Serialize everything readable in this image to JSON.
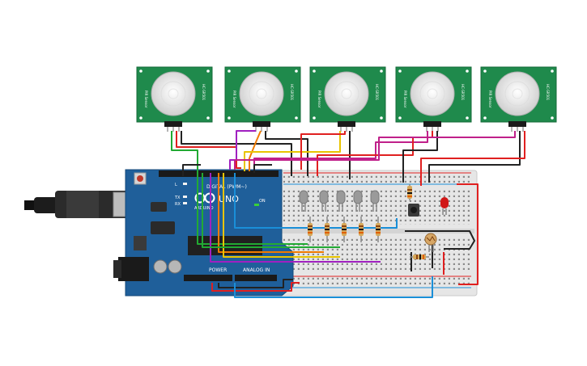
{
  "board": {
    "digital_label": "DIGITAL (PWM~)",
    "brand_label": "UNO",
    "sub_label": "ARDUINO",
    "power_label": "POWER",
    "analog_label": "ANALOG IN",
    "tx_label": "TX",
    "rx_label": "RX",
    "l_label": "L",
    "on_label": "ON"
  },
  "pir_sensor": {
    "side_text": "HC-SR501",
    "foot_text": "PIR Sensor",
    "count": 5
  },
  "colors": {
    "board": "#1f5f9a",
    "sensor_pcb": "#1f8a4c",
    "breadboard": "#e8e8e8",
    "wire_red": "#e02020",
    "wire_black": "#222222",
    "wire_green": "#22aa33",
    "wire_purple": "#a020c0",
    "wire_magenta": "#c0208a",
    "wire_yellow": "#e8c400",
    "wire_orange": "#f07b00",
    "wire_blue": "#1a8fd8",
    "led_red": "#d01818",
    "led_grey": "#9a9a9a"
  }
}
